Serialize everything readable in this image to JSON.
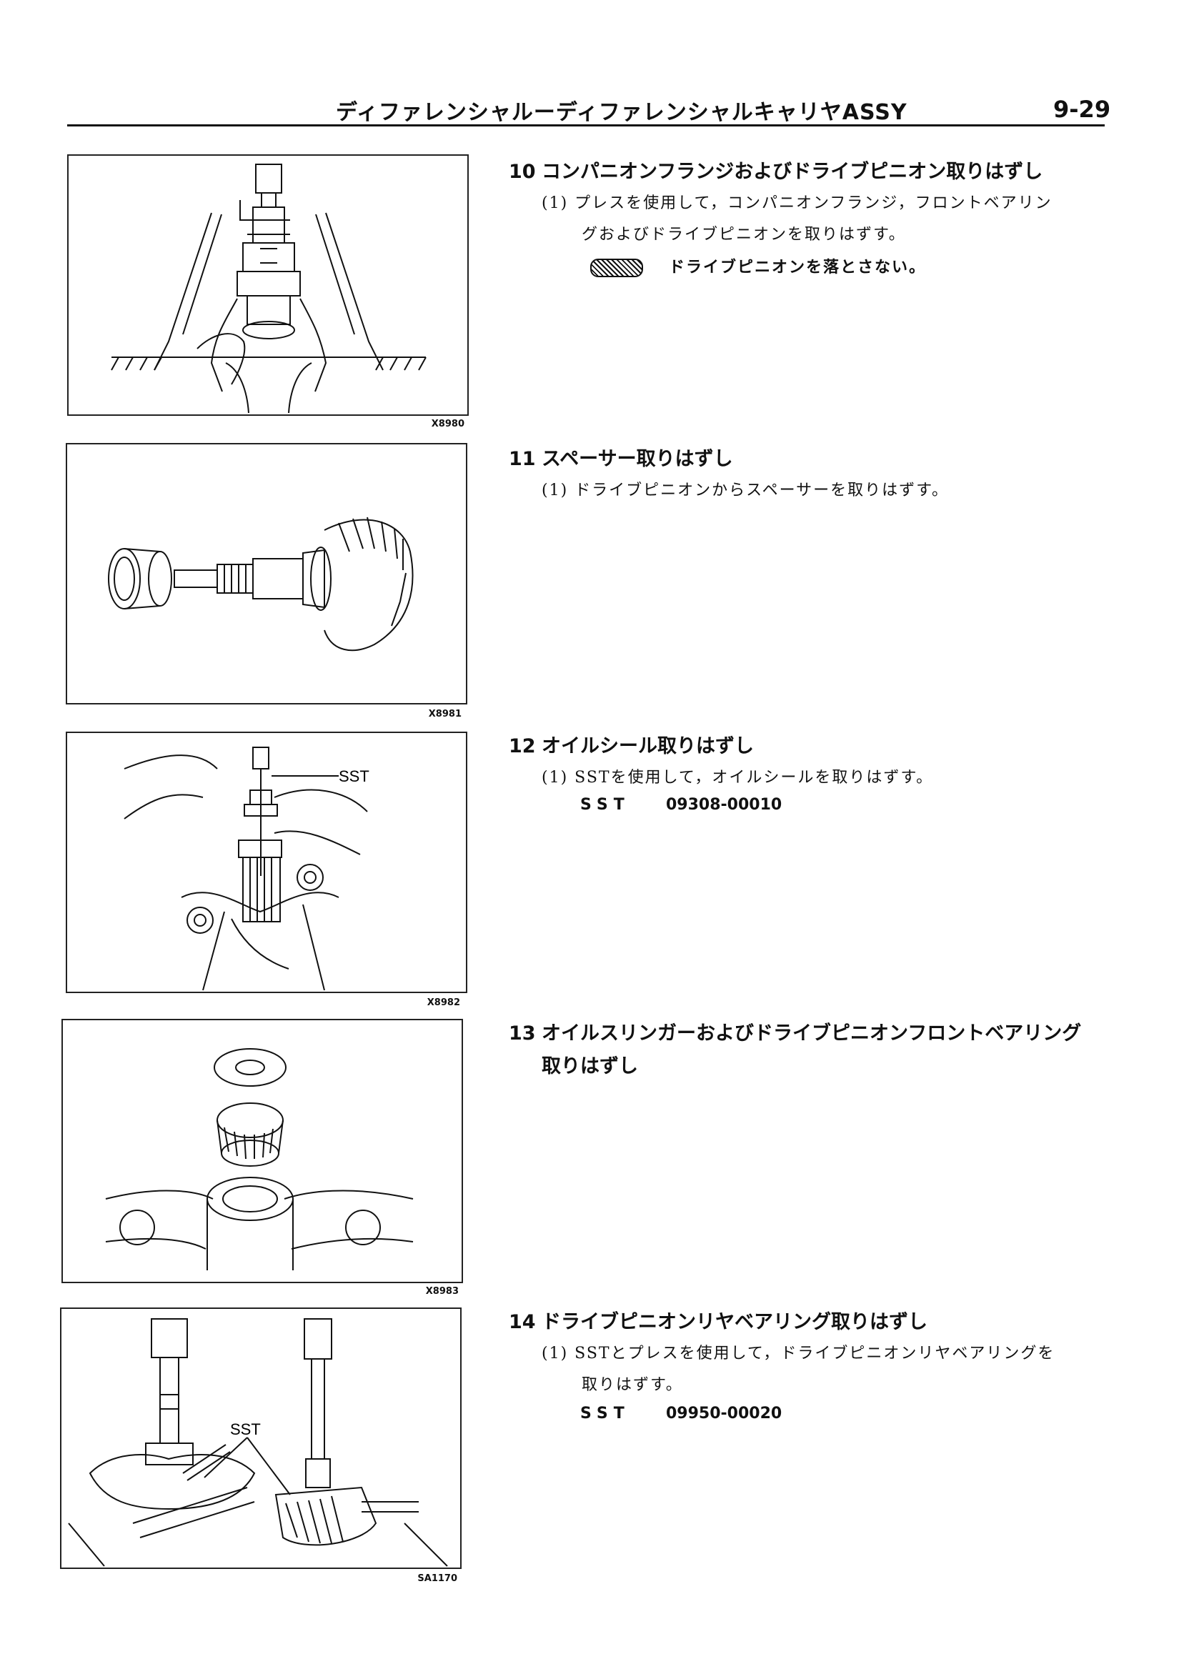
{
  "header": {
    "title": "ディファレンシャルーディファレンシャルキャリヤASSY",
    "page_number": "9-29"
  },
  "figures": [
    {
      "code": "X8980",
      "description": "press-pinion-removal",
      "labels": []
    },
    {
      "code": "X8981",
      "description": "spacer-and-pinion",
      "labels": []
    },
    {
      "code": "X8982",
      "description": "oil-seal-puller",
      "labels": [
        "SST"
      ]
    },
    {
      "code": "X8983",
      "description": "oil-slinger-bearing",
      "labels": []
    },
    {
      "code": "SA1170",
      "description": "rear-bearing-press",
      "labels": [
        "SST"
      ]
    }
  ],
  "steps": [
    {
      "number": "10",
      "title": "コンパニオンフランジおよびドライブピニオン取りはずし",
      "lines": [
        "(1)  プレスを使用して，コンパニオンフランジ，フロントベアリン",
        "グおよびドライブピニオンを取りはずす。"
      ],
      "caution": "ドライブピニオンを落とさない。"
    },
    {
      "number": "11",
      "title": "スペーサー取りはずし",
      "lines": [
        "(1)  ドライブピニオンからスペーサーを取りはずす。"
      ]
    },
    {
      "number": "12",
      "title": "オイルシール取りはずし",
      "lines": [
        "(1)  SSTを使用して，オイルシールを取りはずす。"
      ],
      "sst_label": "SST",
      "sst_number": "09308-00010"
    },
    {
      "number": "13",
      "title": "オイルスリンガーおよびドライブピニオンフロントベアリング",
      "title_line2": "取りはずし"
    },
    {
      "number": "14",
      "title": "ドライブピニオンリヤベアリング取りはずし",
      "lines": [
        "(1)  SSTとプレスを使用して，ドライブピニオンリヤベアリングを",
        "取りはずす。"
      ],
      "sst_label": "SST",
      "sst_number": "09950-00020"
    }
  ]
}
